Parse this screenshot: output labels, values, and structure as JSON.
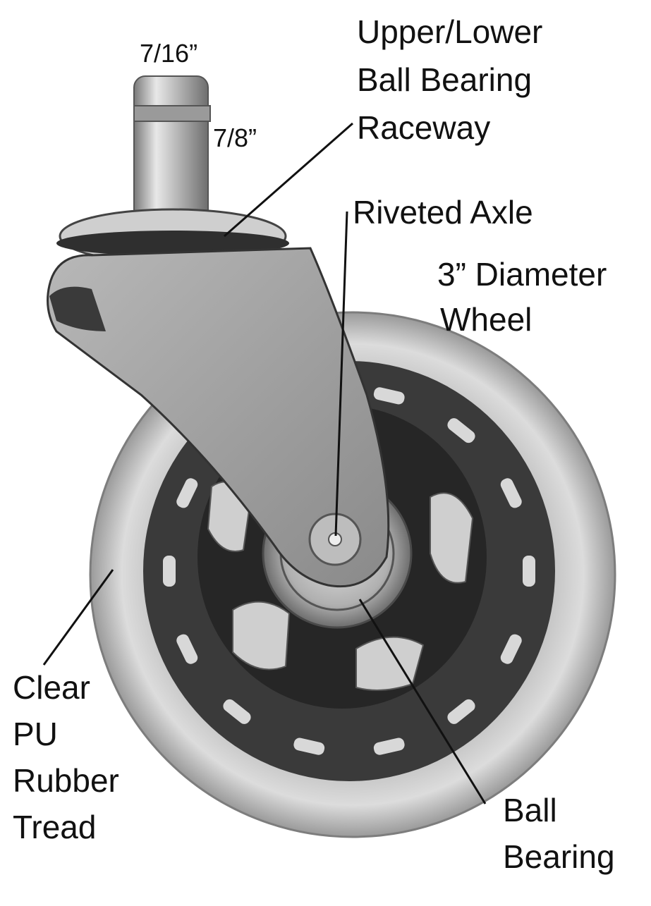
{
  "labels": {
    "pin_diameter": "7/16”",
    "pin_length": "7/8”",
    "raceway_line1": "Upper/Lower",
    "raceway_line2": "Ball Bearing",
    "raceway_line3": "Raceway",
    "axle": "Riveted Axle",
    "diameter_line1": "3” Diameter",
    "diameter_line2": "Wheel",
    "tread_line1": "Clear",
    "tread_line2": "PU",
    "tread_line3": "Rubber",
    "tread_line4": "Tread",
    "bearing_line1": "Ball",
    "bearing_line2": "Bearing"
  },
  "colors": {
    "background": "#ffffff",
    "text": "#111111",
    "tread": "#c9c9c9",
    "hub": "#2e2e2e",
    "metal": "#a8a8a8"
  }
}
